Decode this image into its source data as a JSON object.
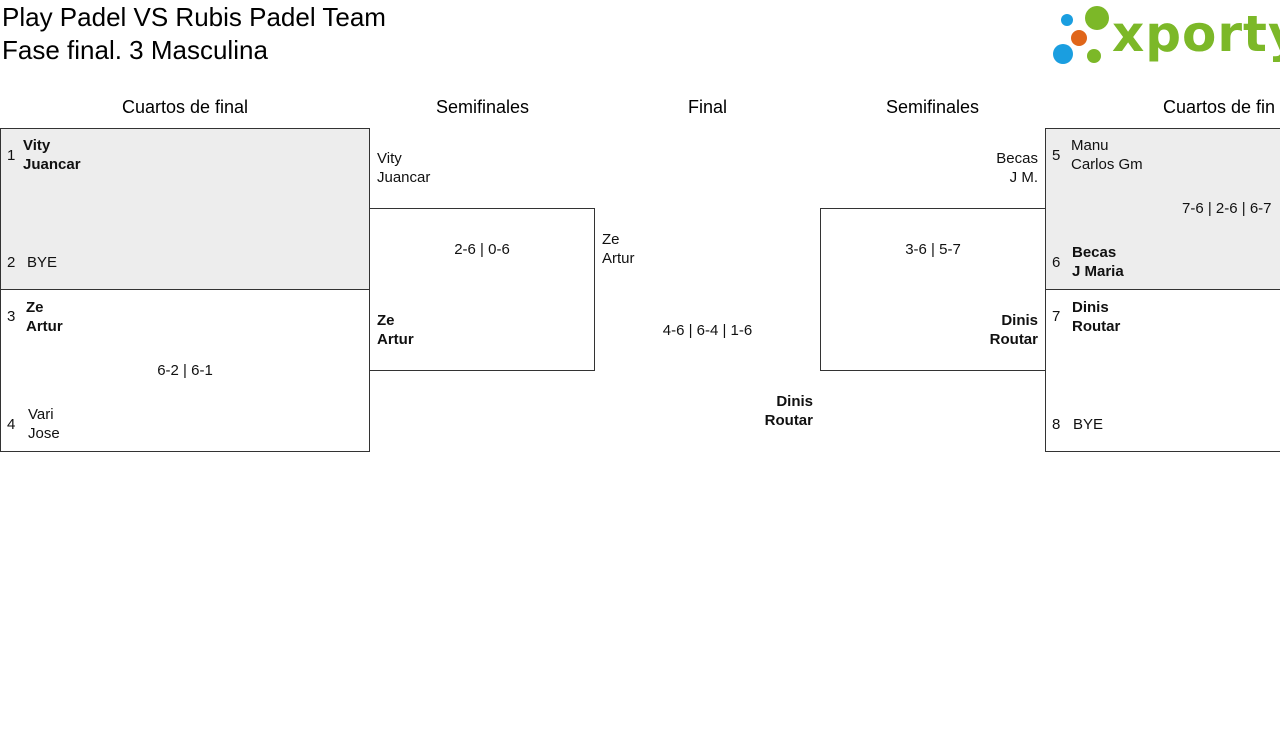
{
  "header": {
    "title_line1": "Play Padel VS Rubis Padel Team",
    "title_line2": "Fase final. 3 Masculina",
    "logo_text": "xporty",
    "logo_colors": {
      "text": "#7cb828",
      "blue": "#1a9ee0",
      "orange": "#e0661a",
      "green": "#7cb828"
    }
  },
  "columns": {
    "left_quarters": "Cuartos de final",
    "left_semis": "Semifinales",
    "final": "Final",
    "right_semis": "Semifinales",
    "right_quarters": "Cuartos de fin"
  },
  "left_quarters": {
    "match1": {
      "seed_a": "1",
      "team_a": [
        "Vity",
        "Juancar"
      ],
      "seed_b": "2",
      "team_b": [
        "BYE"
      ]
    },
    "match2": {
      "seed_a": "3",
      "team_a": [
        "Ze",
        "Artur"
      ],
      "score": "6-2 | 6-1",
      "seed_b": "4",
      "team_b": [
        "Vari",
        "Jose"
      ]
    }
  },
  "left_semi": {
    "team_a": [
      "Vity",
      "Juancar"
    ],
    "score": "2-6 | 0-6",
    "team_b": [
      "Ze",
      "Artur"
    ]
  },
  "final": {
    "team_a": [
      "Ze",
      "Artur"
    ],
    "score": "4-6 | 6-4 | 1-6",
    "team_b": [
      "Dinis",
      "Routar"
    ]
  },
  "right_semi": {
    "team_a": [
      "Becas",
      "J M."
    ],
    "score": "3-6 | 5-7",
    "team_b": [
      "Dinis",
      "Routar"
    ]
  },
  "right_quarters": {
    "match1": {
      "seed_a": "5",
      "team_a": [
        "Manu",
        "Carlos Gm"
      ],
      "score": "7-6 | 2-6 | 6-7",
      "seed_b": "6",
      "team_b": [
        "Becas",
        "J Maria"
      ]
    },
    "match2": {
      "seed_a": "7",
      "team_a": [
        "Dinis",
        "Routar"
      ],
      "seed_b": "8",
      "team_b": [
        "BYE"
      ]
    }
  }
}
